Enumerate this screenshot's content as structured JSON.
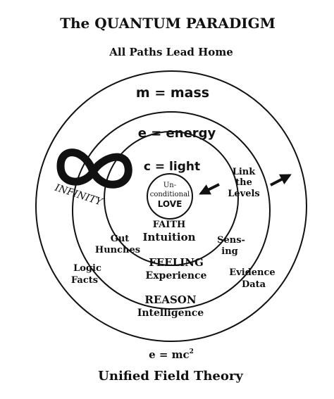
{
  "title": "The QUANTUM PARADIGM",
  "subtitle": "All Paths Lead Home",
  "rings": {
    "outer": "m = mass",
    "second": "e = energy",
    "third": "c = light",
    "center": {
      "line1": "Un-",
      "line2": "conditional",
      "line3": "LOVE"
    }
  },
  "labels": {
    "infinity": "INFINITY",
    "link": {
      "line1": "Link",
      "line2": "the",
      "line3": "Levels"
    },
    "faith": {
      "line1": "FAITH",
      "line2": "Intuition"
    },
    "gut": {
      "line1": "Gut",
      "line2": "Hunches"
    },
    "sensing": {
      "line1": "Sens-",
      "line2": "ing"
    },
    "feeling": {
      "line1": "FEELING",
      "line2": "Experience"
    },
    "logic": {
      "line1": "Logic",
      "line2": "Facts"
    },
    "evidence": {
      "line1": "Evidence",
      "line2": "Data"
    },
    "reason": {
      "line1": "REASON",
      "line2": "Intelligence"
    }
  },
  "equation": {
    "base": "e = mc",
    "sup": "2"
  },
  "footer": "Unified Field Theory",
  "colors": {
    "ink": "#111111",
    "background": "#ffffff"
  }
}
